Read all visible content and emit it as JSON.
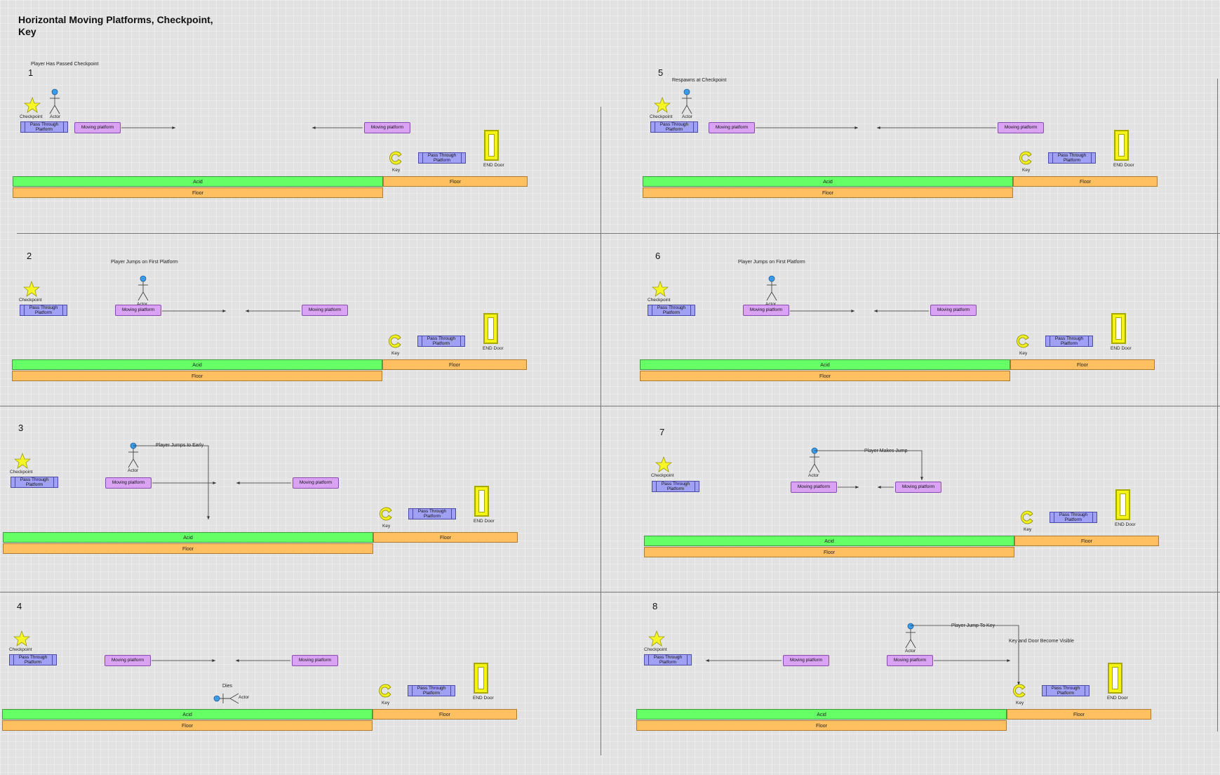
{
  "title": "Horizontal Moving Platforms, Checkpoint, Key",
  "labels": {
    "acid": "Acid",
    "floor": "Floor",
    "pass_through": "Pass Through Platform",
    "moving": "Moving platform",
    "checkpoint": "Checkpoint",
    "actor": "Actor",
    "key": "Key",
    "end_door": "END Door"
  },
  "panels": [
    {
      "number": "1",
      "caption": "Player Has Passed Checkpoint"
    },
    {
      "number": "2",
      "caption": "Player Jumps on First Platform"
    },
    {
      "number": "3",
      "caption": "Player Jumps to Early"
    },
    {
      "number": "4",
      "caption": "Dies"
    },
    {
      "number": "5",
      "caption": "Respawns at Checkpoint"
    },
    {
      "number": "6",
      "caption": "Player Jumps on First Platform"
    },
    {
      "number": "7",
      "caption": "Player Makes Jump"
    },
    {
      "number": "8",
      "caption": "Player Jump To Key",
      "note": "Key and Door Become Visible"
    }
  ],
  "colors": {
    "acid": "#66ff66",
    "floor": "#ffc061",
    "pass_through": "#a0a0f4",
    "moving": "#d9a2f2",
    "star": "#f6f626",
    "key": "#f0f020",
    "door": "#f4f414",
    "actor_head": "#3a9be8"
  }
}
